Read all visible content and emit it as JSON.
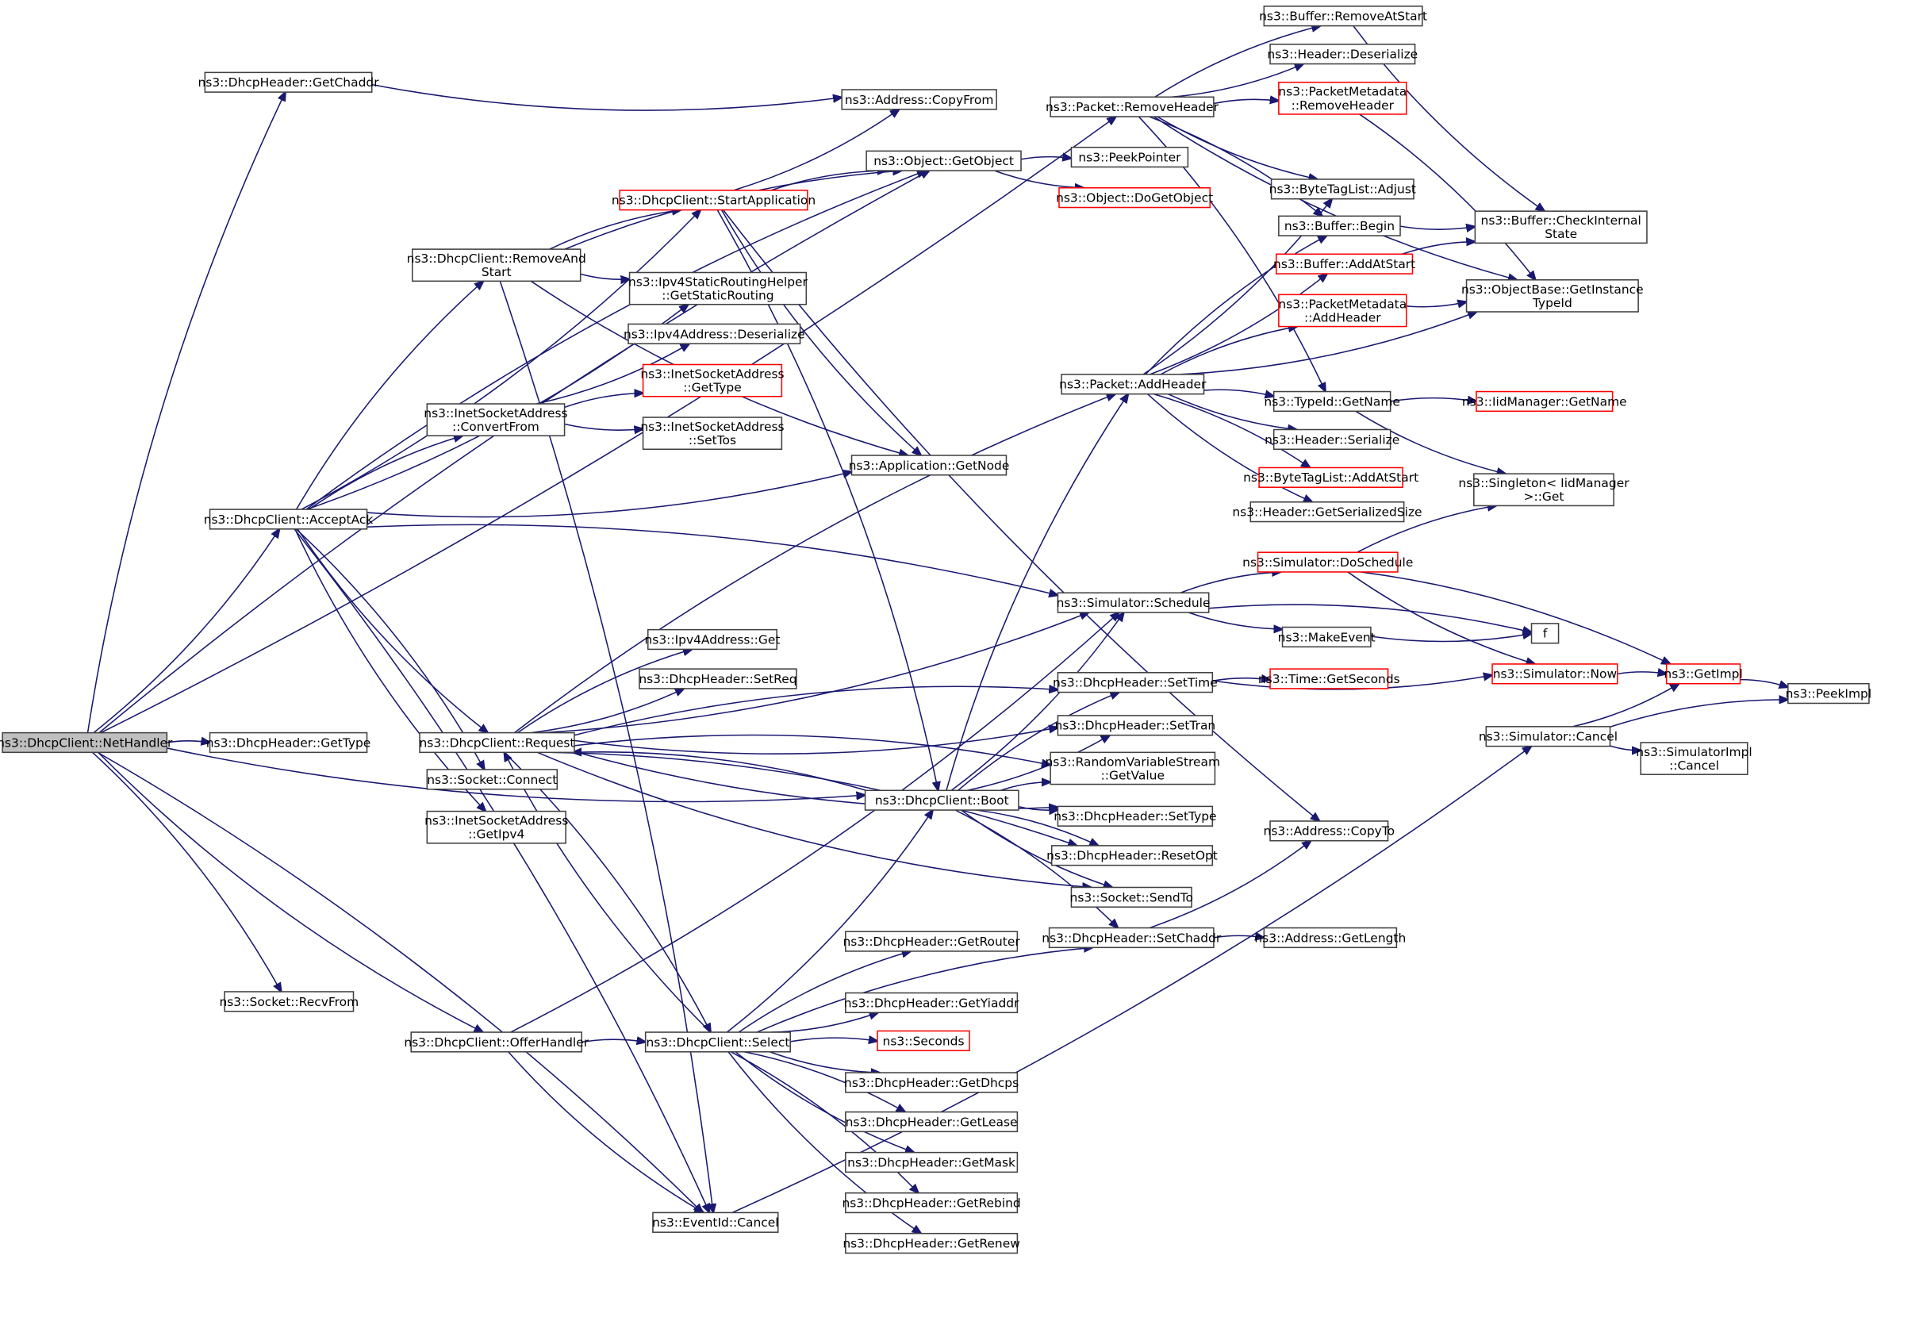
{
  "title": "ns3::DhcpClient::NetHandler call graph",
  "colors": {
    "edge": "#191970",
    "node_border": "#404040",
    "truncated_border": "#ff0000",
    "root_fill": "#bfbfbf"
  },
  "nodes": [
    {
      "id": "nethandler",
      "lines": [
        "ns3::DhcpClient::NetHandler"
      ],
      "kind": "root"
    },
    {
      "id": "getchaddr",
      "lines": [
        "ns3::DhcpHeader::GetChaddr"
      ]
    },
    {
      "id": "removeandstart",
      "lines": [
        "ns3::DhcpClient::RemoveAnd",
        "Start"
      ]
    },
    {
      "id": "acceptack",
      "lines": [
        "ns3::DhcpClient::AcceptAck"
      ]
    },
    {
      "id": "gettype",
      "lines": [
        "ns3::DhcpHeader::GetType"
      ]
    },
    {
      "id": "recvfrom",
      "lines": [
        "ns3::Socket::RecvFrom"
      ]
    },
    {
      "id": "offerhandler",
      "lines": [
        "ns3::DhcpClient::OfferHandler"
      ]
    },
    {
      "id": "convertfrom",
      "lines": [
        "ns3::InetSocketAddress",
        "::ConvertFrom"
      ]
    },
    {
      "id": "request",
      "lines": [
        "ns3::DhcpClient::Request"
      ]
    },
    {
      "id": "connect",
      "lines": [
        "ns3::Socket::Connect"
      ]
    },
    {
      "id": "getipv4",
      "lines": [
        "ns3::InetSocketAddress",
        "::GetIpv4"
      ]
    },
    {
      "id": "startapp",
      "lines": [
        "ns3::DhcpClient::StartApplication"
      ],
      "kind": "trunc"
    },
    {
      "id": "getstaticrouting",
      "lines": [
        "ns3::Ipv4StaticRoutingHelper",
        "::GetStaticRouting"
      ]
    },
    {
      "id": "ipv4deser",
      "lines": [
        "ns3::Ipv4Address::Deserialize"
      ]
    },
    {
      "id": "isagettype",
      "lines": [
        "ns3::InetSocketAddress",
        "::GetType"
      ],
      "kind": "trunc"
    },
    {
      "id": "settos",
      "lines": [
        "ns3::InetSocketAddress",
        "::SetTos"
      ]
    },
    {
      "id": "ipv4get",
      "lines": [
        "ns3::Ipv4Address::Get"
      ]
    },
    {
      "id": "setreq",
      "lines": [
        "ns3::DhcpHeader::SetReq"
      ]
    },
    {
      "id": "select",
      "lines": [
        "ns3::DhcpClient::Select"
      ]
    },
    {
      "id": "eventcancel",
      "lines": [
        "ns3::EventId::Cancel"
      ]
    },
    {
      "id": "copyfrom",
      "lines": [
        "ns3::Address::CopyFrom"
      ]
    },
    {
      "id": "getobject",
      "lines": [
        "ns3::Object::GetObject"
      ]
    },
    {
      "id": "getnode",
      "lines": [
        "ns3::Application::GetNode"
      ]
    },
    {
      "id": "boot",
      "lines": [
        "ns3::DhcpClient::Boot"
      ]
    },
    {
      "id": "getrouter",
      "lines": [
        "ns3::DhcpHeader::GetRouter"
      ]
    },
    {
      "id": "getyiaddr",
      "lines": [
        "ns3::DhcpHeader::GetYiaddr"
      ]
    },
    {
      "id": "seconds",
      "lines": [
        "ns3::Seconds"
      ],
      "kind": "trunc"
    },
    {
      "id": "getdhcps",
      "lines": [
        "ns3::DhcpHeader::GetDhcps"
      ]
    },
    {
      "id": "getlease",
      "lines": [
        "ns3::DhcpHeader::GetLease"
      ]
    },
    {
      "id": "getmask",
      "lines": [
        "ns3::DhcpHeader::GetMask"
      ]
    },
    {
      "id": "getrebind",
      "lines": [
        "ns3::DhcpHeader::GetRebind"
      ]
    },
    {
      "id": "getrenew",
      "lines": [
        "ns3::DhcpHeader::GetRenew"
      ]
    },
    {
      "id": "removeheader",
      "lines": [
        "ns3::Packet::RemoveHeader"
      ]
    },
    {
      "id": "peekpointer",
      "lines": [
        "ns3::PeekPointer"
      ]
    },
    {
      "id": "dogetobject",
      "lines": [
        "ns3::Object::DoGetObject"
      ],
      "kind": "trunc"
    },
    {
      "id": "addheader",
      "lines": [
        "ns3::Packet::AddHeader"
      ]
    },
    {
      "id": "schedule",
      "lines": [
        "ns3::Simulator::Schedule"
      ]
    },
    {
      "id": "settime",
      "lines": [
        "ns3::DhcpHeader::SetTime"
      ]
    },
    {
      "id": "settran",
      "lines": [
        "ns3::DhcpHeader::SetTran"
      ]
    },
    {
      "id": "rvsgetvalue",
      "lines": [
        "ns3::RandomVariableStream",
        "::GetValue"
      ]
    },
    {
      "id": "settype",
      "lines": [
        "ns3::DhcpHeader::SetType"
      ]
    },
    {
      "id": "resetopt",
      "lines": [
        "ns3::DhcpHeader::ResetOpt"
      ]
    },
    {
      "id": "sendto",
      "lines": [
        "ns3::Socket::SendTo"
      ]
    },
    {
      "id": "setchaddr",
      "lines": [
        "ns3::DhcpHeader::SetChaddr"
      ]
    },
    {
      "id": "removeatstart",
      "lines": [
        "ns3::Buffer::RemoveAtStart"
      ]
    },
    {
      "id": "hdrdeser",
      "lines": [
        "ns3::Header::Deserialize"
      ]
    },
    {
      "id": "pmremoveheader",
      "lines": [
        "ns3::PacketMetadata",
        "::RemoveHeader"
      ],
      "kind": "trunc"
    },
    {
      "id": "btladjust",
      "lines": [
        "ns3::ByteTagList::Adjust"
      ]
    },
    {
      "id": "bufbegin",
      "lines": [
        "ns3::Buffer::Begin"
      ]
    },
    {
      "id": "bufaddatstart",
      "lines": [
        "ns3::Buffer::AddAtStart"
      ],
      "kind": "trunc"
    },
    {
      "id": "pmaddheader",
      "lines": [
        "ns3::PacketMetadata",
        "::AddHeader"
      ],
      "kind": "trunc"
    },
    {
      "id": "typeidgetname",
      "lines": [
        "ns3::TypeId::GetName"
      ]
    },
    {
      "id": "hdrser",
      "lines": [
        "ns3::Header::Serialize"
      ]
    },
    {
      "id": "btladdatstart",
      "lines": [
        "ns3::ByteTagList::AddAtStart"
      ],
      "kind": "trunc"
    },
    {
      "id": "getsersize",
      "lines": [
        "ns3::Header::GetSerializedSize"
      ]
    },
    {
      "id": "doschedule",
      "lines": [
        "ns3::Simulator::DoSchedule"
      ],
      "kind": "trunc"
    },
    {
      "id": "makeevent",
      "lines": [
        "ns3::MakeEvent"
      ]
    },
    {
      "id": "gettimesec",
      "lines": [
        "ns3::Time::GetSeconds"
      ],
      "kind": "trunc"
    },
    {
      "id": "copyto",
      "lines": [
        "ns3::Address::CopyTo"
      ]
    },
    {
      "id": "getlength",
      "lines": [
        "ns3::Address::GetLength"
      ]
    },
    {
      "id": "checkinternal",
      "lines": [
        "ns3::Buffer::CheckInternal",
        "State"
      ]
    },
    {
      "id": "getinstancetypeid",
      "lines": [
        "ns3::ObjectBase::GetInstance",
        "TypeId"
      ]
    },
    {
      "id": "iidgetname",
      "lines": [
        "ns3::IidManager::GetName"
      ],
      "kind": "trunc"
    },
    {
      "id": "singletonget",
      "lines": [
        "ns3::Singleton< IidManager",
        ">::Get"
      ]
    },
    {
      "id": "f",
      "lines": [
        "f"
      ]
    },
    {
      "id": "simnow",
      "lines": [
        "ns3::Simulator::Now"
      ],
      "kind": "trunc"
    },
    {
      "id": "simcancel",
      "lines": [
        "ns3::Simulator::Cancel"
      ]
    },
    {
      "id": "getimpl",
      "lines": [
        "ns3::GetImpl"
      ],
      "kind": "trunc"
    },
    {
      "id": "peekimpl",
      "lines": [
        "ns3::PeekImpl"
      ]
    },
    {
      "id": "simimplcancel",
      "lines": [
        "ns3::SimulatorImpl",
        "::Cancel"
      ]
    }
  ],
  "edges": [
    [
      "nethandler",
      "getchaddr"
    ],
    [
      "nethandler",
      "removeheader"
    ],
    [
      "nethandler",
      "getobject"
    ],
    [
      "nethandler",
      "acceptack"
    ],
    [
      "nethandler",
      "gettype"
    ],
    [
      "nethandler",
      "boot"
    ],
    [
      "nethandler",
      "recvfrom"
    ],
    [
      "nethandler",
      "offerhandler"
    ],
    [
      "nethandler",
      "eventcancel"
    ],
    [
      "getchaddr",
      "copyfrom"
    ],
    [
      "removeandstart",
      "startapp"
    ],
    [
      "removeandstart",
      "getstaticrouting"
    ],
    [
      "removeandstart",
      "getobject"
    ],
    [
      "removeandstart",
      "getnode"
    ],
    [
      "removeandstart",
      "eventcancel"
    ],
    [
      "startapp",
      "copyfrom"
    ],
    [
      "startapp",
      "getobject"
    ],
    [
      "startapp",
      "getnode"
    ],
    [
      "startapp",
      "boot"
    ],
    [
      "startapp",
      "copyto"
    ],
    [
      "acceptack",
      "removeandstart"
    ],
    [
      "acceptack",
      "startapp"
    ],
    [
      "acceptack",
      "getobject"
    ],
    [
      "acceptack",
      "getstaticrouting"
    ],
    [
      "acceptack",
      "convertfrom"
    ],
    [
      "acceptack",
      "getnode"
    ],
    [
      "acceptack",
      "schedule"
    ],
    [
      "acceptack",
      "request"
    ],
    [
      "acceptack",
      "connect"
    ],
    [
      "acceptack",
      "getipv4"
    ],
    [
      "acceptack",
      "eventcancel"
    ],
    [
      "convertfrom",
      "ipv4deser"
    ],
    [
      "convertfrom",
      "isagettype"
    ],
    [
      "convertfrom",
      "settos"
    ],
    [
      "request",
      "addheader"
    ],
    [
      "request",
      "schedule"
    ],
    [
      "request",
      "ipv4get"
    ],
    [
      "request",
      "setreq"
    ],
    [
      "request",
      "settime"
    ],
    [
      "request",
      "settran"
    ],
    [
      "request",
      "rvsgetvalue"
    ],
    [
      "request",
      "settype"
    ],
    [
      "request",
      "resetopt"
    ],
    [
      "request",
      "sendto"
    ],
    [
      "request",
      "select"
    ],
    [
      "offerhandler",
      "schedule"
    ],
    [
      "offerhandler",
      "select"
    ],
    [
      "offerhandler",
      "eventcancel"
    ],
    [
      "select",
      "request"
    ],
    [
      "select",
      "boot"
    ],
    [
      "select",
      "getrouter"
    ],
    [
      "select",
      "getyiaddr"
    ],
    [
      "select",
      "seconds"
    ],
    [
      "select",
      "getdhcps"
    ],
    [
      "select",
      "getlease"
    ],
    [
      "select",
      "getmask"
    ],
    [
      "select",
      "getrebind"
    ],
    [
      "select",
      "getrenew"
    ],
    [
      "select",
      "setchaddr"
    ],
    [
      "eventcancel",
      "simcancel"
    ],
    [
      "getobject",
      "peekpointer"
    ],
    [
      "getobject",
      "dogetobject"
    ],
    [
      "boot",
      "addheader"
    ],
    [
      "boot",
      "schedule"
    ],
    [
      "boot",
      "settime"
    ],
    [
      "boot",
      "settran"
    ],
    [
      "boot",
      "rvsgetvalue"
    ],
    [
      "boot",
      "settype"
    ],
    [
      "boot",
      "resetopt"
    ],
    [
      "boot",
      "sendto"
    ],
    [
      "boot",
      "setchaddr"
    ],
    [
      "boot",
      "request"
    ],
    [
      "removeheader",
      "removeatstart"
    ],
    [
      "removeheader",
      "hdrdeser"
    ],
    [
      "removeheader",
      "pmremoveheader"
    ],
    [
      "removeheader",
      "btladjust"
    ],
    [
      "removeheader",
      "bufbegin"
    ],
    [
      "removeheader",
      "getinstancetypeid"
    ],
    [
      "removeheader",
      "typeidgetname"
    ],
    [
      "addheader",
      "btladjust"
    ],
    [
      "addheader",
      "bufbegin"
    ],
    [
      "addheader",
      "bufaddatstart"
    ],
    [
      "addheader",
      "pmaddheader"
    ],
    [
      "addheader",
      "getinstancetypeid"
    ],
    [
      "addheader",
      "typeidgetname"
    ],
    [
      "addheader",
      "hdrser"
    ],
    [
      "addheader",
      "btladdatstart"
    ],
    [
      "addheader",
      "getsersize"
    ],
    [
      "schedule",
      "doschedule"
    ],
    [
      "schedule",
      "makeevent"
    ],
    [
      "schedule",
      "f"
    ],
    [
      "settime",
      "simnow"
    ],
    [
      "settime",
      "gettimesec"
    ],
    [
      "setchaddr",
      "copyto"
    ],
    [
      "setchaddr",
      "getlength"
    ],
    [
      "removeatstart",
      "checkinternal"
    ],
    [
      "pmremoveheader",
      "getinstancetypeid"
    ],
    [
      "bufbegin",
      "checkinternal"
    ],
    [
      "bufaddatstart",
      "checkinternal"
    ],
    [
      "pmaddheader",
      "getinstancetypeid"
    ],
    [
      "typeidgetname",
      "iidgetname"
    ],
    [
      "typeidgetname",
      "singletonget"
    ],
    [
      "doschedule",
      "singletonget"
    ],
    [
      "doschedule",
      "simnow"
    ],
    [
      "doschedule",
      "getimpl"
    ],
    [
      "makeevent",
      "f"
    ],
    [
      "simnow",
      "getimpl"
    ],
    [
      "simcancel",
      "getimpl"
    ],
    [
      "simcancel",
      "peekimpl"
    ],
    [
      "simcancel",
      "simimplcancel"
    ],
    [
      "getimpl",
      "peekimpl"
    ]
  ]
}
